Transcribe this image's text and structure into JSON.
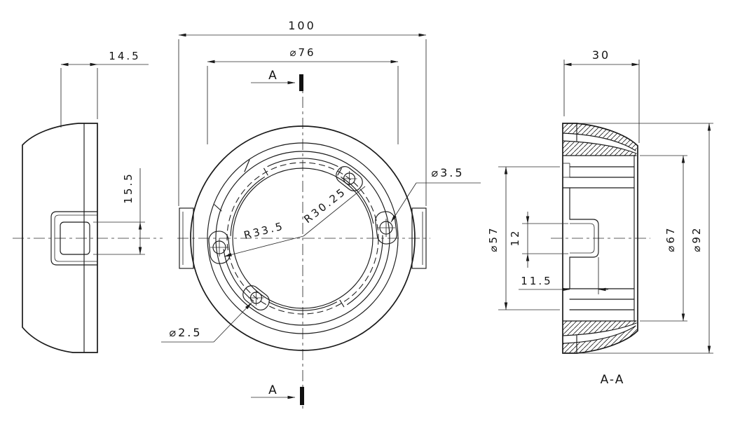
{
  "drawing": {
    "type": "engineering-three-view",
    "part": "circular bayonet mount flange",
    "colors": {
      "line": "#1a1a1a",
      "background": "#ffffff"
    },
    "views": {
      "side": {
        "dim_width": "14.5",
        "dim_tab_height": "15.5"
      },
      "front": {
        "dim_overall_width": "100",
        "dim_face_diameter": "⌀76",
        "dim_hole_large": "⌀3.5",
        "dim_hole_small": "⌀2.5",
        "dim_radius_outer": "R33.5",
        "dim_radius_inner": "R30.25",
        "section_arrow_label": "A"
      },
      "section": {
        "label": "A-A",
        "dim_depth": "30",
        "dim_bore_diameter": "⌀57",
        "dim_recess_height": "12",
        "dim_recess_depth": "11.5",
        "dim_shoulder_diameter": "⌀67",
        "dim_outer_diameter": "⌀92"
      }
    }
  }
}
